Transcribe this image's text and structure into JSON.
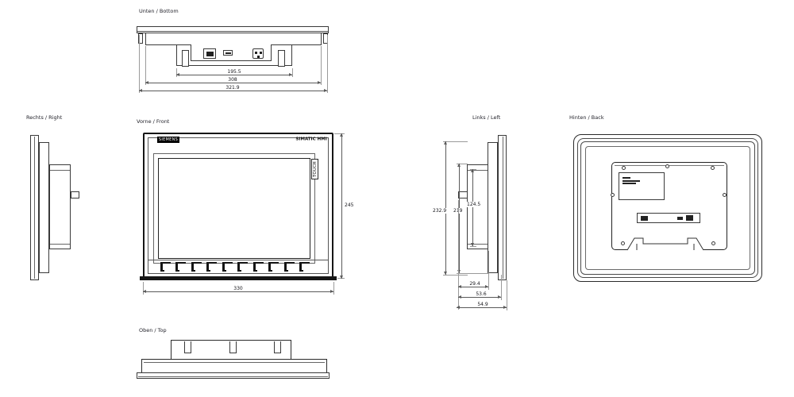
{
  "drawing": {
    "views": {
      "bottom": {
        "label": "Unten / Bottom",
        "dims": {
          "inner": "195.5",
          "housing": "308",
          "overall": "321.9"
        }
      },
      "right": {
        "label": "Rechts / Right"
      },
      "front": {
        "label": "Vorne / Front",
        "width": "330",
        "height": "245",
        "brand": "SIEMENS",
        "product": "SIMATIC HMI",
        "touch": "TOUCH"
      },
      "left": {
        "label": "Links / Left",
        "heights": {
          "outer": "232.9",
          "housing": "219",
          "inner": "124.5"
        },
        "depths": {
          "rear": "29.4",
          "mid": "53.6",
          "overall": "54.9"
        }
      },
      "back": {
        "label": "Hinten / Back"
      },
      "top": {
        "label": "Oben / Top"
      }
    },
    "colors": {
      "line": "#3a3a3a",
      "dim_line": "#5a5a5a",
      "text": "#1c1c24",
      "accent_black": "#111111",
      "background": "#ffffff"
    }
  }
}
